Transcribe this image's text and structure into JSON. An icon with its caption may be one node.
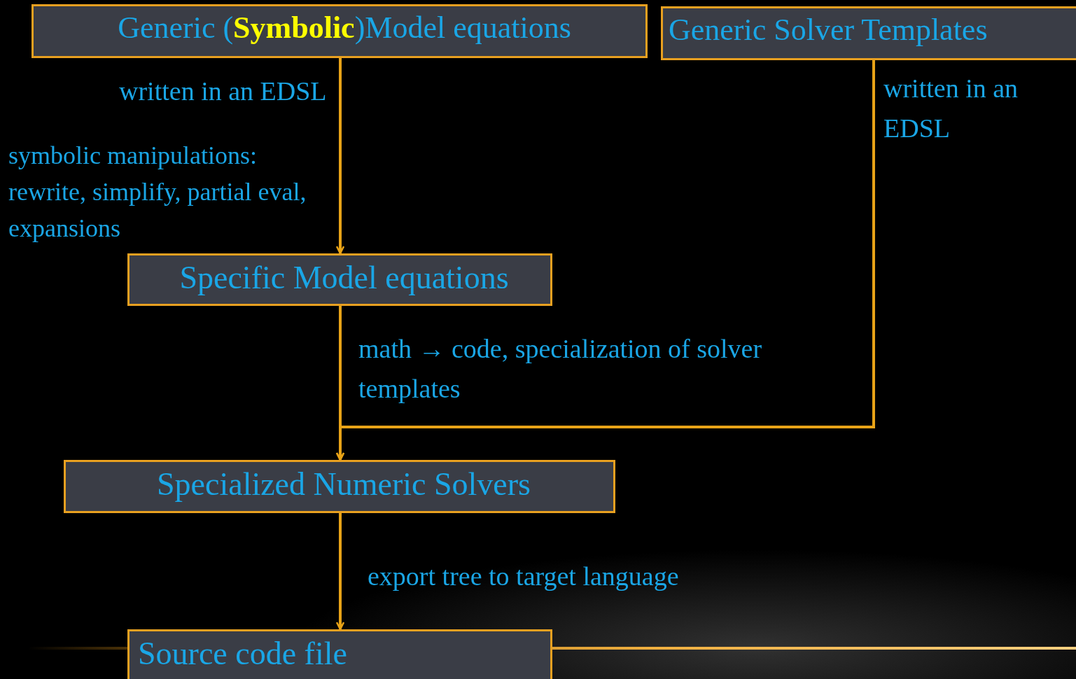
{
  "diagram": {
    "nodes": [
      {
        "text": [
          "Generic (**Symbolic**)Model equations"
        ]
      },
      {
        "text": [
          "Generic Solver Templates"
        ]
      },
      {
        "text": [
          "Specific Model equations"
        ]
      },
      {
        "text": [
          "Specialized Numeric Solvers"
        ]
      },
      {
        "text": [
          "Source code file"
        ]
      }
    ],
    "edges": [
      {
        "from": 0,
        "to": 2,
        "arrow": "to",
        "label": "written in an EDSL"
      },
      {
        "from": 1,
        "to": 3,
        "arrow": "to",
        "label": "written in an EDSL"
      },
      {
        "from": 2,
        "to": 3,
        "arrow": "to",
        "label": "math → code, specialization of solver templates"
      },
      {
        "from": 3,
        "to": 4,
        "arrow": "to",
        "label": "export tree to target language"
      }
    ],
    "labels": [
      "symbolic manipulations: rewrite, simplify, partial eval, expansions"
    ]
  }
}
